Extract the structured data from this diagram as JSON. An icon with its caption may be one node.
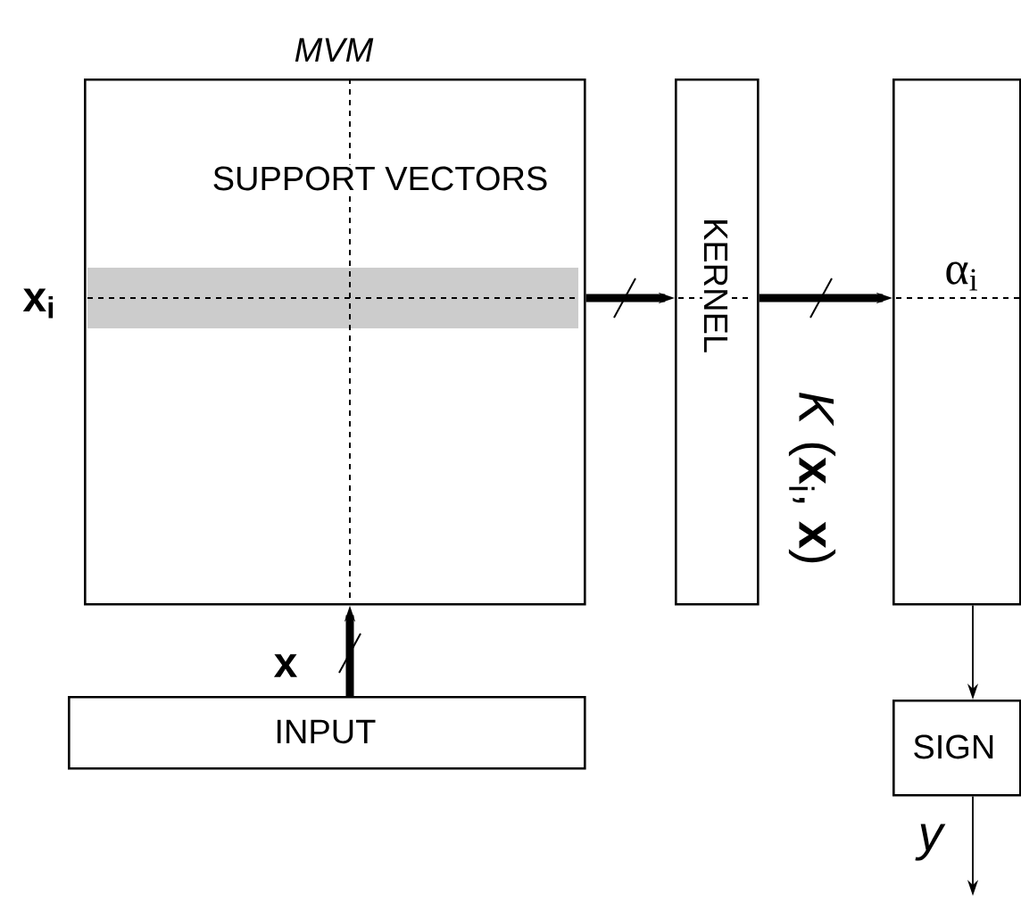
{
  "diagram": {
    "nodes": [
      {
        "text": [
          "MVM",
          "SUPPORT VECTORS"
        ],
        "beside": [
          "**x**$_{i}$"
        ]
      },
      {
        "text": [
          "KERNEL"
        ]
      },
      {
        "text": [
          "α$_{i}$"
        ]
      },
      {
        "text": [
          "INPUT"
        ]
      },
      {
        "text": [
          "SIGN"
        ]
      }
    ],
    "edges": [
      {
        "from": 0,
        "to": 1,
        "arrow": "to"
      },
      {
        "from": 1,
        "to": 2,
        "arrow": "to",
        "label": "*K* (**x**$_{i}$, **x**)"
      },
      {
        "from": 3,
        "to": 0,
        "arrow": "to",
        "label": "**x**"
      },
      {
        "from": 2,
        "to": 4,
        "arrow": "to"
      },
      {
        "from": 4,
        "to": null,
        "arrow": "to",
        "label": "*y*"
      }
    ]
  }
}
